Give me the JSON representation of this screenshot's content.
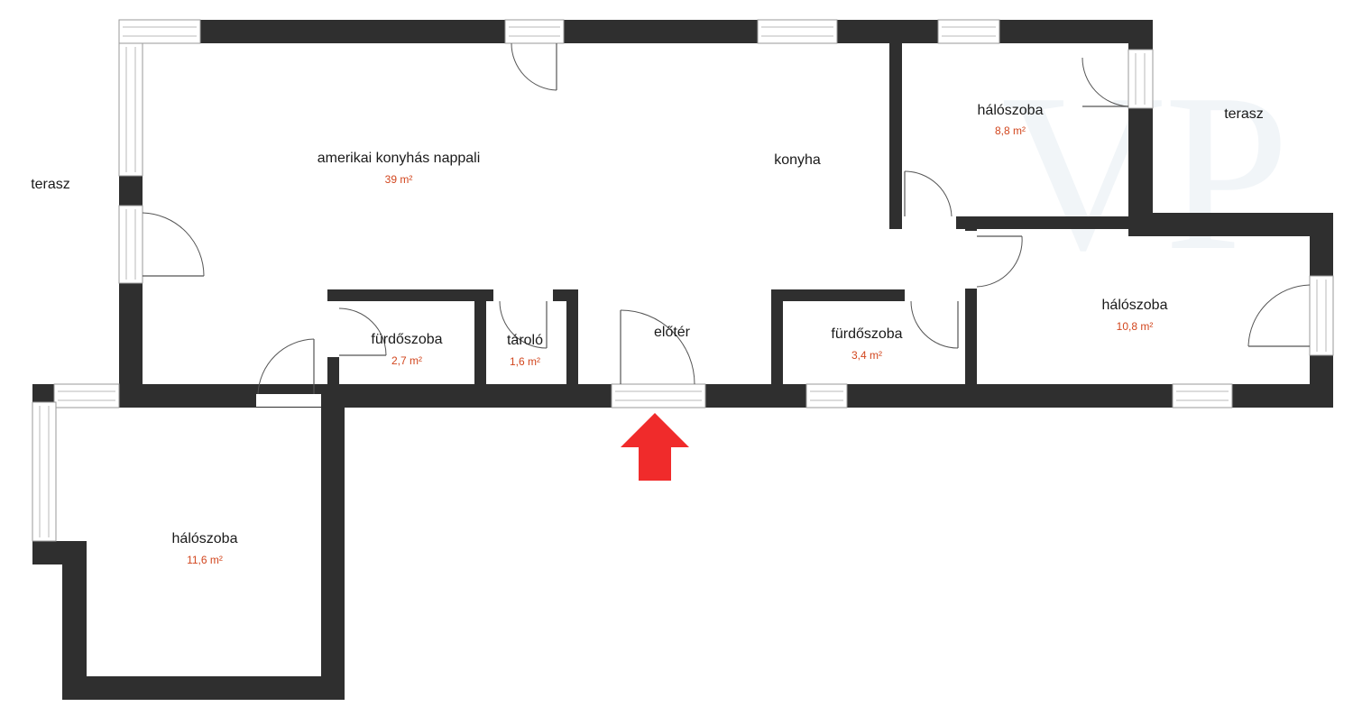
{
  "watermark": "VP",
  "accent_arrow_color": "#f02b2b",
  "area_label_color": "#d2461e",
  "wall_color": "#2f2f2f",
  "rooms": {
    "living": {
      "name": "amerikai konyhás nappali",
      "area": "39 m²"
    },
    "kitchen": {
      "name": "konyha"
    },
    "bedroom_top": {
      "name": "hálószoba",
      "area": "8,8 m²"
    },
    "bedroom_right": {
      "name": "hálószoba",
      "area": "10,8 m²"
    },
    "bedroom_left": {
      "name": "hálószoba",
      "area": "11,6 m²"
    },
    "bathroom_1": {
      "name": "fürdőszoba",
      "area": "2,7 m²"
    },
    "storage": {
      "name": "tároló",
      "area": "1,6 m²"
    },
    "hall": {
      "name": "előtér"
    },
    "bathroom_2": {
      "name": "fürdőszoba",
      "area": "3,4 m²"
    },
    "terrace_left": {
      "name": "terasz"
    },
    "terrace_right": {
      "name": "terasz"
    }
  },
  "entrance": {
    "icon": "entrance-arrow-icon"
  }
}
